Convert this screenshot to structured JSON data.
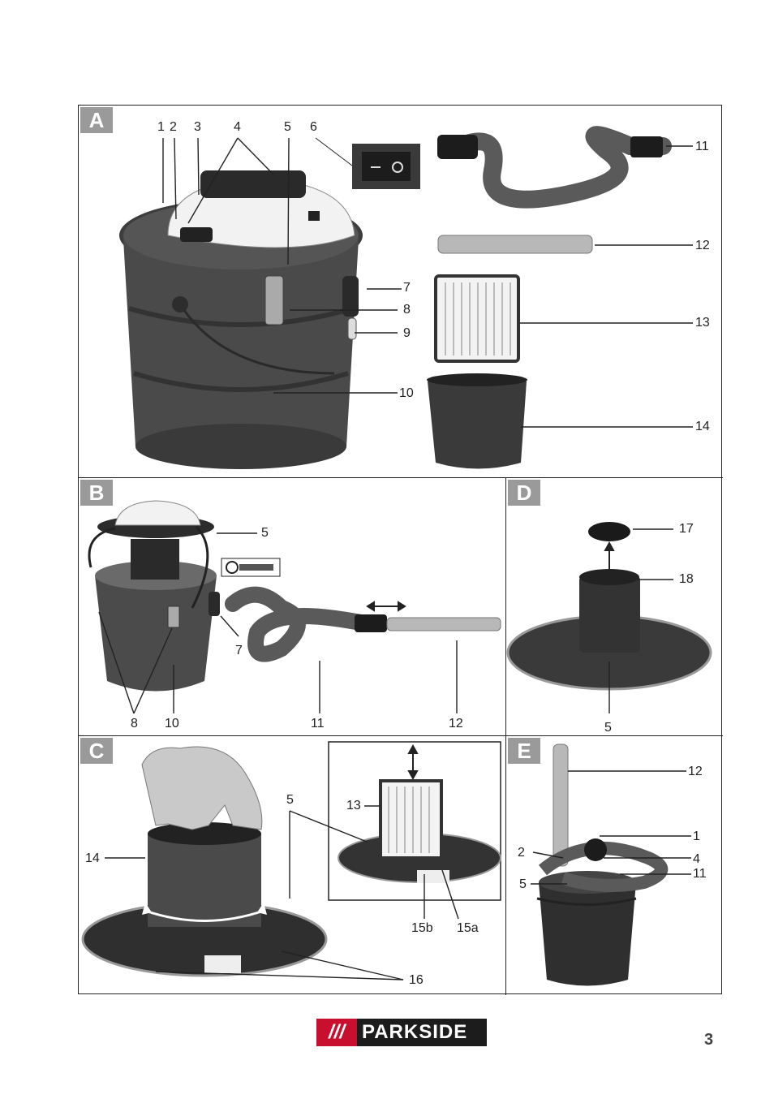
{
  "panels": {
    "A": {
      "letter": "A",
      "labels": [
        "1",
        "2",
        "3",
        "4",
        "5",
        "6",
        "7",
        "8",
        "9",
        "10",
        "11",
        "12",
        "13",
        "14"
      ]
    },
    "B": {
      "letter": "B",
      "labels": [
        "5",
        "7",
        "8",
        "10",
        "11",
        "12"
      ]
    },
    "C": {
      "letter": "C",
      "labels": [
        "5",
        "13",
        "14",
        "15b",
        "15a",
        "16"
      ]
    },
    "D": {
      "letter": "D",
      "labels": [
        "17",
        "18",
        "5"
      ]
    },
    "E": {
      "letter": "E",
      "labels": [
        "12",
        "1",
        "2",
        "4",
        "5",
        "11"
      ]
    }
  },
  "brand": {
    "slashes": "///",
    "name": "PARKSIDE"
  },
  "page_number": "3",
  "icons": [
    "power-switch-icon",
    "rotate-lock-icon",
    "double-arrow-icon"
  ]
}
